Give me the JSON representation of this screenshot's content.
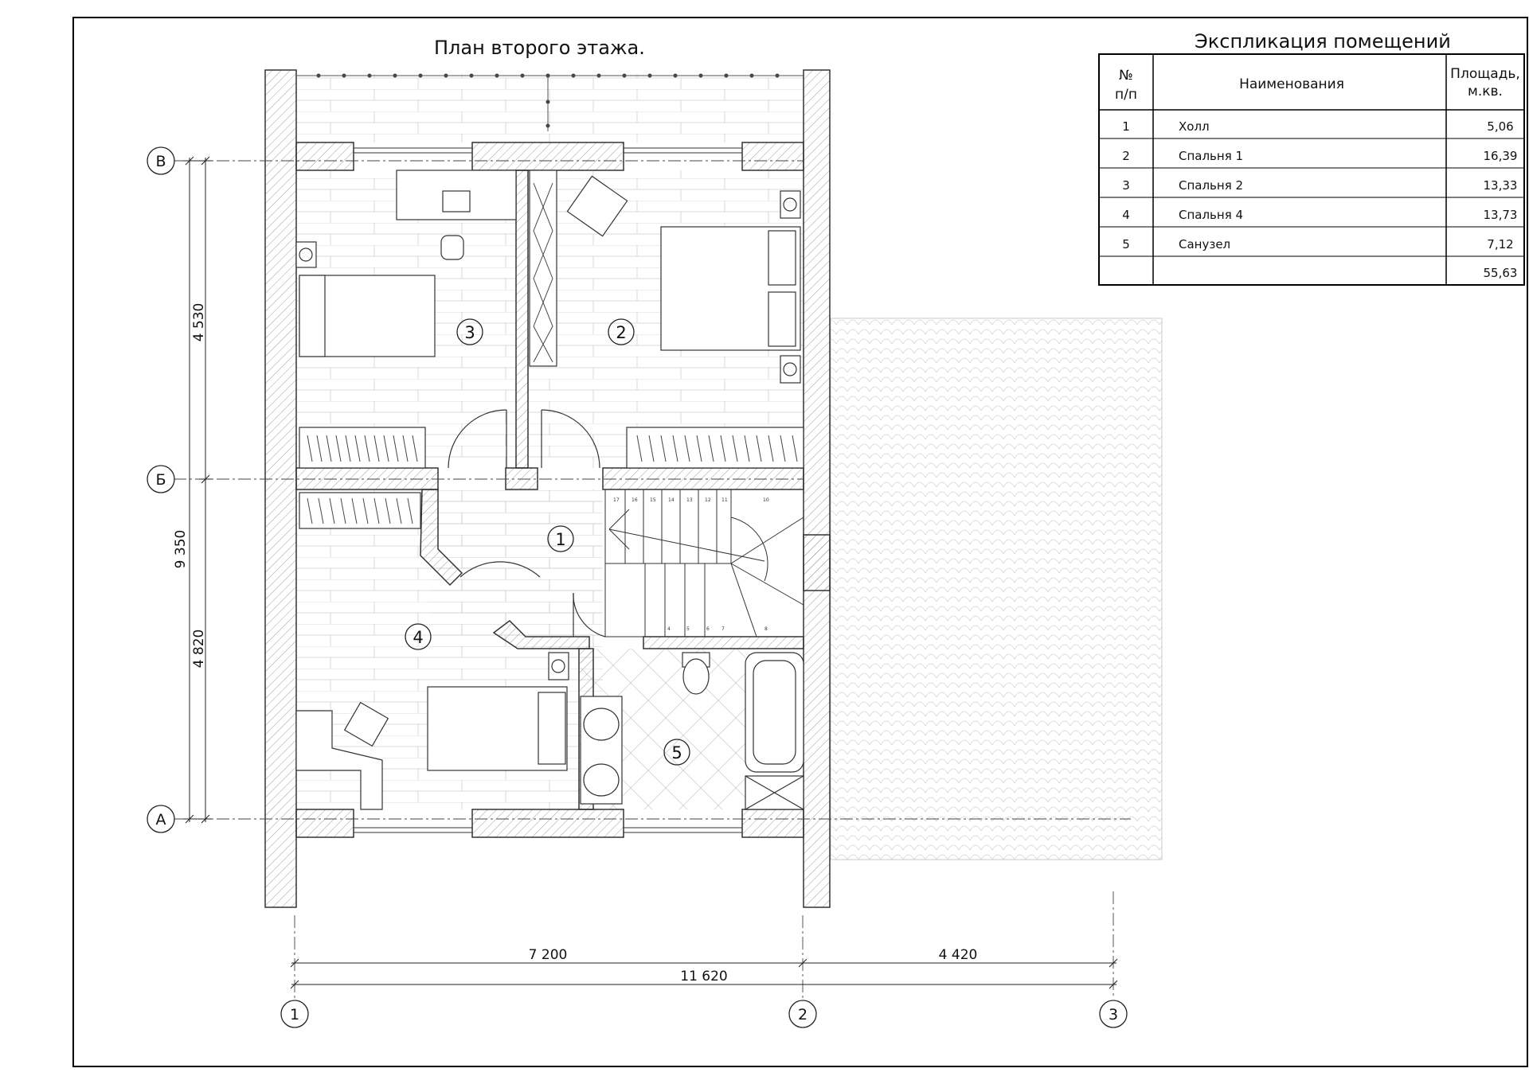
{
  "plan": {
    "title": "План второго этажа."
  },
  "explication": {
    "title": "Экспликация помещений",
    "headers": {
      "num": [
        "№",
        "п/п"
      ],
      "name": "Наименования",
      "area": [
        "Площадь,",
        "м.кв."
      ]
    },
    "rows": [
      {
        "num": "1",
        "name": "Холл",
        "area": "5,06"
      },
      {
        "num": "2",
        "name": "Спальня 1",
        "area": "16,39"
      },
      {
        "num": "3",
        "name": "Спальня 2",
        "area": "13,33"
      },
      {
        "num": "4",
        "name": "Спальня 4",
        "area": "13,73"
      },
      {
        "num": "5",
        "name": "Санузел",
        "area": "7,12"
      },
      {
        "num": "",
        "name": "",
        "area": "55,63"
      }
    ]
  },
  "axes": {
    "letters": [
      "В",
      "Б",
      "А"
    ],
    "numbers": [
      "1",
      "2",
      "3"
    ]
  },
  "dimensions": {
    "left_top": "4 530",
    "left_bottom": "4 820",
    "left_total": "9 350",
    "bottom_left": "7 200",
    "bottom_right": "4 420",
    "bottom_total": "11 620"
  },
  "rooms": [
    "1",
    "2",
    "3",
    "4",
    "5"
  ],
  "stair_steps": [
    "17",
    "16",
    "15",
    "14",
    "13",
    "12",
    "11",
    "10",
    "4",
    "5",
    "6",
    "7",
    "8"
  ]
}
